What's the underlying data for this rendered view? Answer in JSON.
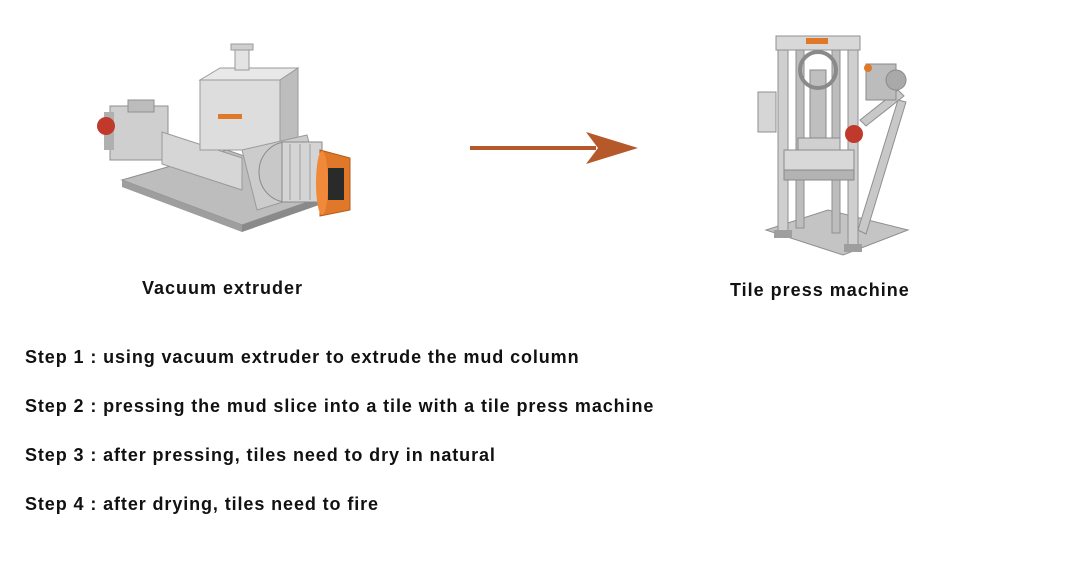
{
  "diagram": {
    "from": {
      "label": "Vacuum extruder",
      "icon": "vacuum-extruder-icon"
    },
    "to": {
      "label": "Tile press machine",
      "icon": "tile-press-machine-icon"
    },
    "arrow_color": "#b5582a"
  },
  "steps": [
    "Step 1 : using vacuum extruder to extrude the mud column",
    "Step 2 : pressing the mud slice into a tile with a tile press machine",
    "Step 3 : after pressing, tiles need to dry in natural",
    "Step 4 : after drying, tiles need to fire"
  ],
  "colors": {
    "machine_body": "#d9d9d9",
    "machine_shadow": "#a9a9a9",
    "accent_orange": "#e0782a",
    "accent_red": "#c0392b"
  }
}
